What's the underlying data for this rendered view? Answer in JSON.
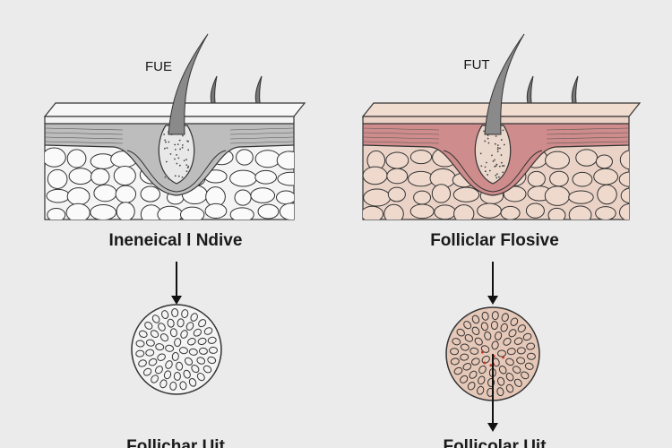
{
  "left": {
    "method_label": "FUE",
    "section_title": "Ineneical l Ndive",
    "result_label": "Follichar Uit",
    "skin_color": "#f4f4f4",
    "band_color": "#bdbdbd"
  },
  "right": {
    "method_label": "FUT",
    "section_title": "Folliclar Flosive",
    "result_label": "Follicolar Uit",
    "skin_color": "#ead2c6",
    "band_color": "#cf8c8c"
  }
}
